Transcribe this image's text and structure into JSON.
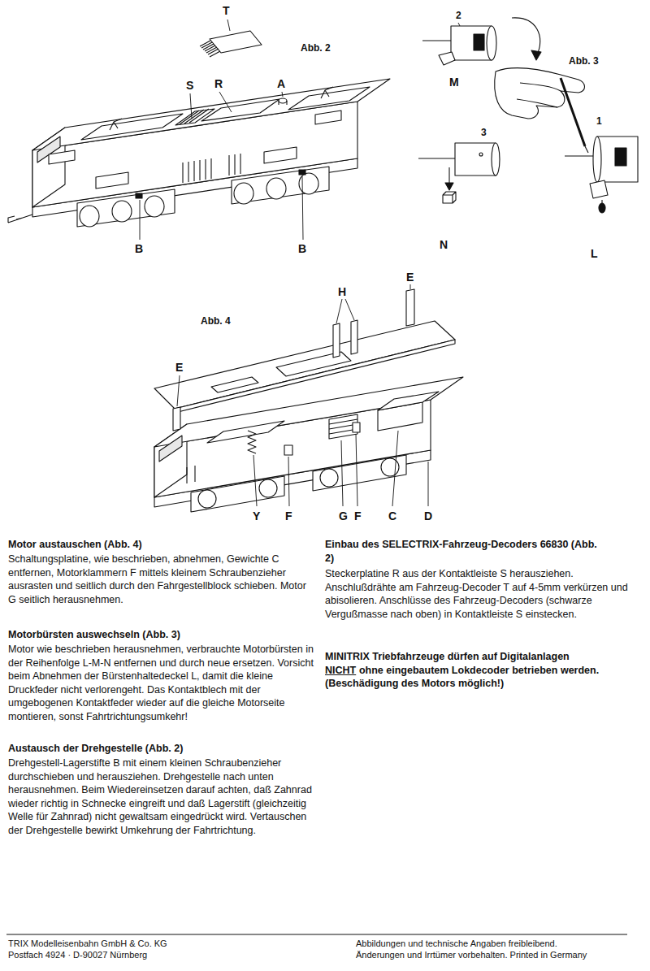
{
  "diagram": {
    "labels": [
      "T",
      "Abb. 2",
      "S",
      "R",
      "A",
      "B",
      "B",
      "Abb. 3",
      "2",
      "M",
      "3",
      "1",
      "N",
      "L",
      "Abb. 4",
      "H",
      "E",
      "E",
      "Y",
      "F",
      "G",
      "F",
      "C",
      "D",
      "Motor austauschen (Abb. 4)",
      "Schaltungsplatine, wie beschrieben, abnehmen, Gewichte C entfernen, Motorklammern F mittels kleinem Schraubenzieher ausrasten und seitlich durch den Fahrgestellblock schieben. Motor G seitlich herausnehmen.",
      "Motorbürsten auswechseln (Abb. 3)",
      "Motor wie beschrieben herausnehmen, verbrauchte Motorbürsten in der Reihenfolge L-M-N entfernen und durch neue ersetzen. Vorsicht beim Abnehmen der Bürstenhaltedeckel L, damit die kleine Druckfeder nicht verlorengeht. Das Kontaktblech mit der umgebogenen Kontaktfeder wieder auf die gleiche Motorseite montieren, sonst Fahrtrichtungsumkehr!",
      "Austausch der Drehgestelle (Abb. 2)",
      "Drehgestell-Lagerstifte B mit einem kleinen Schraubenzieher durchschieben und herausziehen. Drehgestelle nach unten herausnehmen. Beim Wiedereinsetzen darauf achten, daß Zahnrad wieder richtig in Schnecke eingreift und daß Lagerstift (gleichzeitig Welle für Zahnrad) nicht gewaltsam eingedrückt wird. Vertauschen der Drehgestelle bewirkt Umkehrung der Fahrtrichtung.",
      "Einbau des SELECTRIX-Fahrzeug-Decoders 66830 (Abb. 2)",
      "Steckerplatine R aus der Kontaktleiste S herausziehen. Anschlußdrähte am Fahrzeug-Decoder T auf 4-5mm verkürzen und abisolieren. Anschlüsse des Fahrzeug-Decoders (schwarze Vergußmasse nach oben) in Kontaktleiste S einstecken.",
      "MINITRIX Triebfahrzeuge dürfen auf Digitalanlagen",
      "NICHT",
      "ohne eingebautem Lokdecoder betrieben werden.",
      "(Beschädigung des Motors möglich!)",
      "TRIX Modelleisenbahn GmbH & Co. KG",
      "Postfach 4924 · D-90027 Nürnberg",
      "Abbildungen und technische Angaben freibleibend.",
      "Änderungen und Irrtümer vorbehalten. Printed in Germany"
    ]
  }
}
